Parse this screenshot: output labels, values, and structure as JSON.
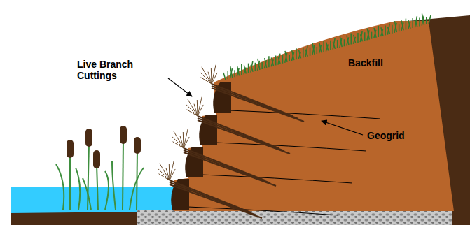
{
  "diagram": {
    "labels": [
      "Live Branch Cuttings",
      "Backfill",
      "Geogrid"
    ]
  }
}
